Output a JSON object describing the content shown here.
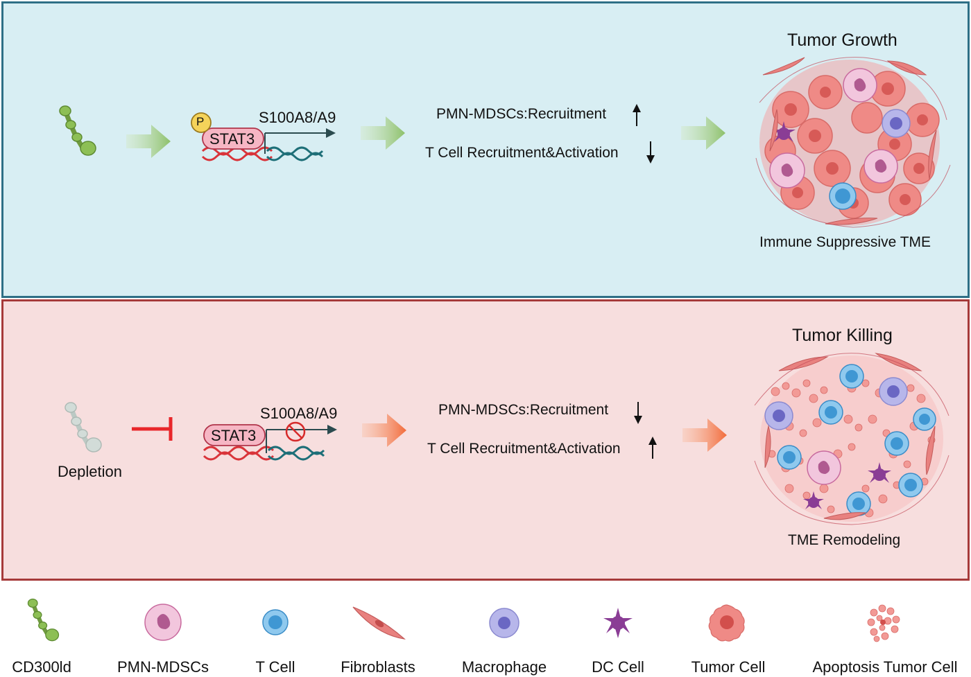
{
  "top_panel": {
    "gene_label": "S100A8/A9",
    "stat_label": "STAT3",
    "phospho_label": "P",
    "effect_1": "PMN-MDSCs:Recruitment",
    "effect_2": "T Cell Recruitment&Activation",
    "outcome_title": "Tumor Growth",
    "outcome_caption": "Immune Suppressive TME"
  },
  "bottom_panel": {
    "depletion_label": "Depletion",
    "gene_label": "S100A8/A9",
    "stat_label": "STAT3",
    "effect_1": "PMN-MDSCs:Recruitment",
    "effect_2": "T Cell Recruitment&Activation",
    "outcome_title": "Tumor Killing",
    "outcome_caption": "TME Remodeling"
  },
  "legend": [
    {
      "label": "CD300ld",
      "icon": "cd300ld-icon"
    },
    {
      "label": "PMN-MDSCs",
      "icon": "pmn-mdsc-icon"
    },
    {
      "label": "T Cell",
      "icon": "t-cell-icon"
    },
    {
      "label": "Fibroblasts",
      "icon": "fibroblast-icon"
    },
    {
      "label": "Macrophage",
      "icon": "macrophage-icon"
    },
    {
      "label": "DC Cell",
      "icon": "dc-cell-icon"
    },
    {
      "label": "Tumor Cell",
      "icon": "tumor-cell-icon"
    },
    {
      "label": "Apoptosis Tumor Cell",
      "icon": "apoptosis-tumor-cell-icon"
    }
  ],
  "colors": {
    "top_bg": "#d8eef3",
    "top_border": "#2e6f86",
    "bottom_bg": "#f7dede",
    "bottom_border": "#a63a3a",
    "green_arrow": "#8dc06a",
    "orange_arrow": "#f26b3a",
    "inhibit_red": "#e8262a"
  }
}
